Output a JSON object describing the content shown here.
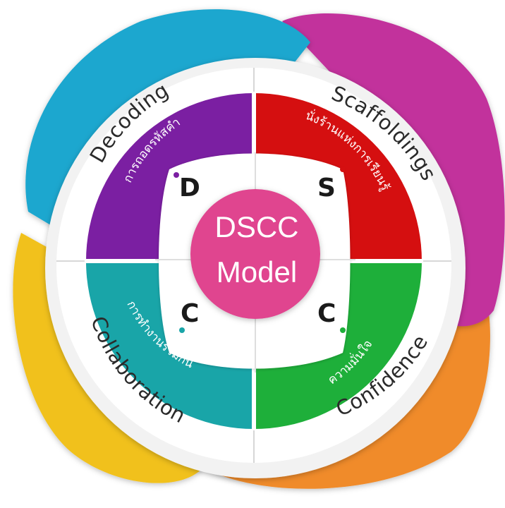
{
  "center": {
    "line1": "DSCC",
    "line2": "Model"
  },
  "quadrants": [
    {
      "key": "decoding",
      "title": "Decoding",
      "thai": "การถอดรหัสคำ",
      "letter": "D",
      "color": "#7b1fa2"
    },
    {
      "key": "scaffoldings",
      "title": "Scaffoldings",
      "thai": "นั่งร้านแห่งการเรียนรู้",
      "letter": "S",
      "color": "#d50f10"
    },
    {
      "key": "collaboration",
      "title": "Collaboration",
      "thai": "การทำงานร่วมกัน",
      "letter": "C",
      "color": "#19a5a8"
    },
    {
      "key": "confidence",
      "title": "Confidence",
      "thai": "ความมั่นใจ",
      "letter": "C",
      "color": "#1eaf3a"
    }
  ],
  "petal_colors": {
    "top_left": "#1ba7cf",
    "top_right": "#c2339c",
    "bottom_left": "#f1c11c",
    "bottom_right": "#f08b2a"
  },
  "center_color": "#e0458f"
}
